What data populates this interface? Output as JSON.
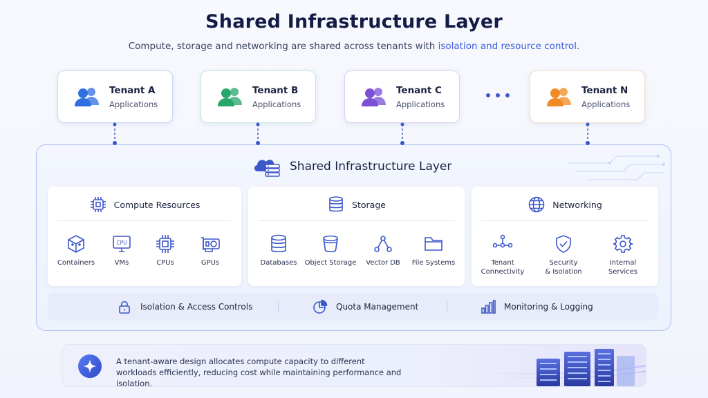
{
  "header": {
    "title": "Shared Infrastructure Layer",
    "subtitle_plain": "Compute, storage and networking are shared across tenants with ",
    "subtitle_highlight": "isolation and resource control",
    "subtitle_end": "."
  },
  "tenants": [
    {
      "name": "Tenant A",
      "sub": "Applications",
      "color": "#2f6fe0"
    },
    {
      "name": "Tenant B",
      "sub": "Applications",
      "color": "#27a56b"
    },
    {
      "name": "Tenant C",
      "sub": "Applications",
      "color": "#7b4fd6"
    },
    {
      "name": "Tenant N",
      "sub": "Applications",
      "color": "#f08a24"
    }
  ],
  "infra": {
    "title": "Shared Infrastructure Layer",
    "panels": {
      "compute": {
        "title": "Compute Resources",
        "items": [
          "Containers",
          "VMs",
          "CPUs",
          "GPUs"
        ],
        "vm_label": "CPU"
      },
      "storage": {
        "title": "Storage",
        "items": [
          "Databases",
          "Object Storage",
          "Vector DB",
          "File Systems"
        ]
      },
      "network": {
        "title": "Networking",
        "items": [
          "Tenant\nConnectivity",
          "Security\n& Isolation",
          "Internal\nServices"
        ]
      }
    },
    "bar": [
      "Isolation & Access Controls",
      "Quota Management",
      "Monitoring & Logging"
    ]
  },
  "footer": {
    "text": "A tenant-aware design allocates compute capacity to different workloads efficiently, reducing cost while maintaining performance and isolation."
  },
  "colors": {
    "accent": "#3b5bdb",
    "icon": "#3b57c9",
    "border": "#aebff0"
  }
}
